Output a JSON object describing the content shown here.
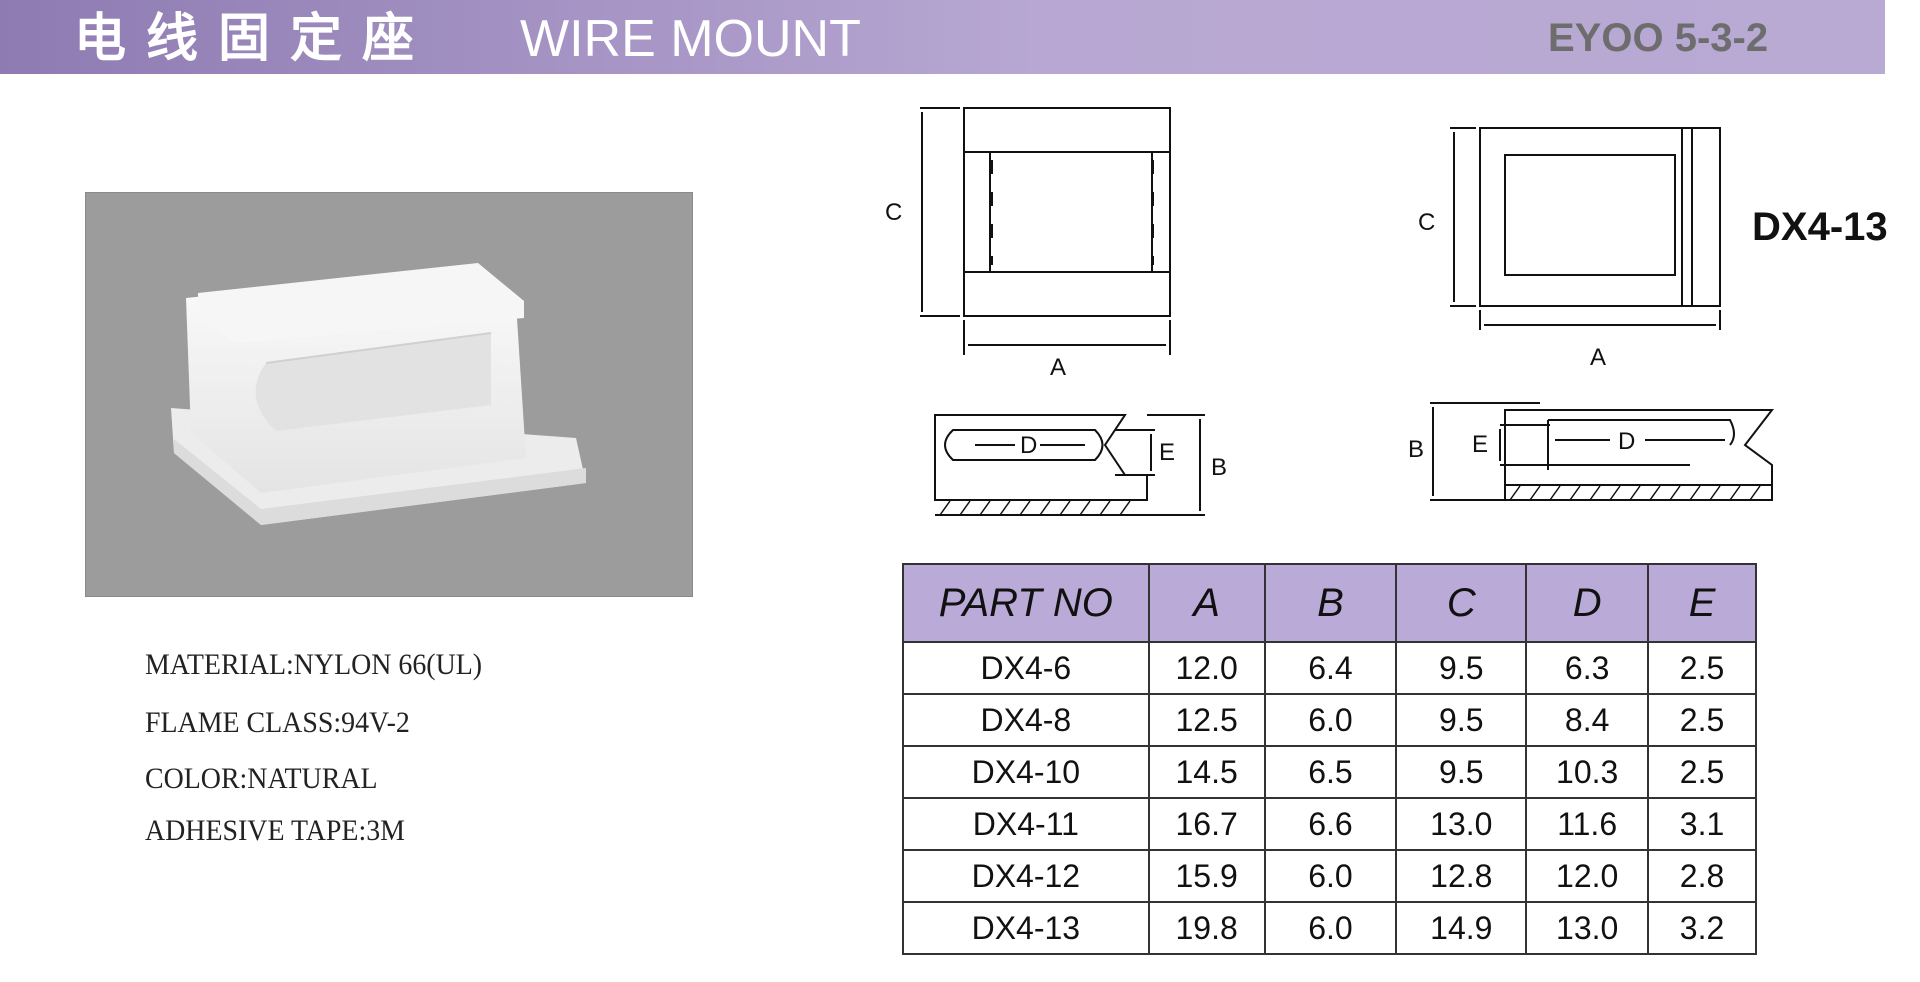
{
  "header": {
    "title_cn": "电线固定座",
    "title_en": "WIRE MOUNT",
    "code": "EYOO 5-3-2"
  },
  "specs": [
    "MATERIAL:NYLON 66(UL)",
    "FLAME CLASS:94V-2",
    "COLOR:NATURAL",
    "ADHESIVE TAPE:3M"
  ],
  "drawing": {
    "model": "DX4-13",
    "labels": {
      "a": "A",
      "b": "B",
      "c": "C",
      "d": "D",
      "e": "E"
    }
  },
  "table": {
    "headers": [
      "PART NO",
      "A",
      "B",
      "C",
      "D",
      "E"
    ],
    "rows": [
      [
        "DX4-6",
        "12.0",
        "6.4",
        "9.5",
        "6.3",
        "2.5"
      ],
      [
        "DX4-8",
        "12.5",
        "6.0",
        "9.5",
        "8.4",
        "2.5"
      ],
      [
        "DX4-10",
        "14.5",
        "6.5",
        "9.5",
        "10.3",
        "2.5"
      ],
      [
        "DX4-11",
        "16.7",
        "6.6",
        "13.0",
        "11.6",
        "3.1"
      ],
      [
        "DX4-12",
        "15.9",
        "6.0",
        "12.8",
        "12.0",
        "2.8"
      ],
      [
        "DX4-13",
        "19.8",
        "6.0",
        "14.9",
        "13.0",
        "3.2"
      ]
    ]
  }
}
